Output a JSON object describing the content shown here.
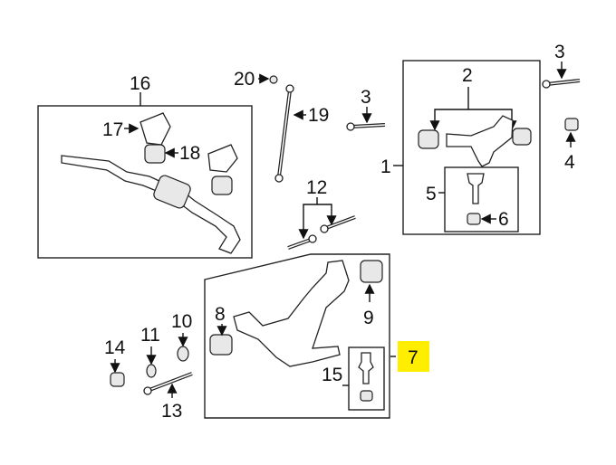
{
  "diagram": {
    "callouts": {
      "c1": "1",
      "c2": "2",
      "c3a": "3",
      "c3b": "3",
      "c4": "4",
      "c5": "5",
      "c6": "6",
      "c7": "7",
      "c8": "8",
      "c9": "9",
      "c10": "10",
      "c11": "11",
      "c12": "12",
      "c13": "13",
      "c14": "14",
      "c15": "15",
      "c16": "16",
      "c17": "17",
      "c18": "18",
      "c19": "19",
      "c20": "20"
    },
    "highlight_color": "#ffee00",
    "highlighted_callout": "7"
  }
}
